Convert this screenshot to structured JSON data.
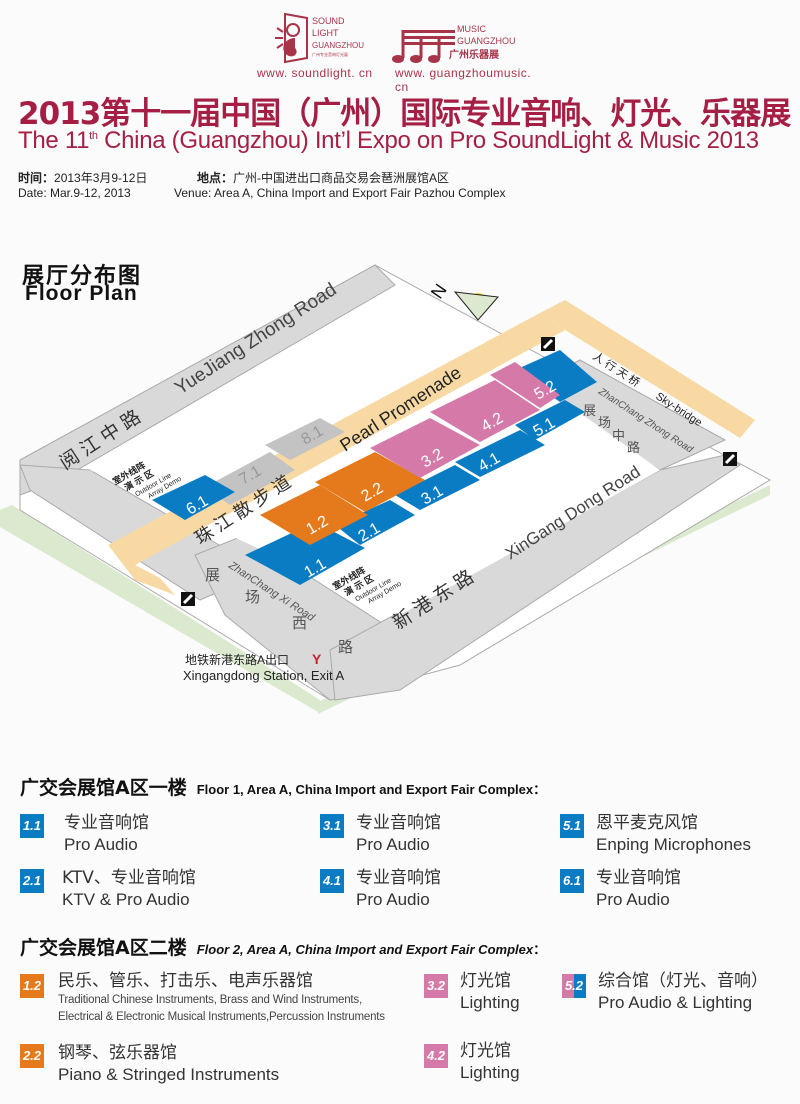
{
  "header": {
    "logos": [
      {
        "name": "Sound Light Guangzhou",
        "lines": [
          "SOUND",
          "LIGHT",
          "GUANGZHOU"
        ],
        "subtitle": "广州专业音响灯光展",
        "url": "www. soundlight. cn"
      },
      {
        "name": "Music Guangzhou",
        "lines": [
          "MUSIC",
          "GUANGZHOU"
        ],
        "subtitle": "广州乐器展",
        "url": "www. guangzhoumusic. cn"
      }
    ],
    "title_cn": "2013第十一届中国（广州）国际专业音响、灯光、乐器展",
    "title_en_prefix": "The 11",
    "title_en_sup": "th",
    "title_en_suffix": " China (Guangzhou) Int’l Expo on Pro SoundLight & Music 2013",
    "time_label_cn": "时间：",
    "time_value_cn": "2013年3月9-12日",
    "venue_label_cn": "地点：",
    "venue_value_cn": "广州-中国进出口商品交易会琶洲展馆A区",
    "date_en": "Date: Mar.9-12, 2013",
    "venue_en": "Venue: Area A, China Import and Export Fair Pazhou Complex"
  },
  "floor_plan": {
    "title_cn": "展厅分布图",
    "title_en": "Floor Plan",
    "compass": "N",
    "roads": {
      "yuejiang_cn": "阅 江 中 路",
      "yuejiang_en": "YueJiang Zhong Road",
      "pearl_cn": "珠 江 散 步 道",
      "pearl_en": "Pearl Promenade",
      "skybridge_cn": "人 行 天 桥",
      "skybridge_en": "Sky-bridge",
      "zhong_cn": [
        "展",
        "场",
        "中",
        "路"
      ],
      "zhong_en": "ZhanChang Zhong Road",
      "xi_cn": [
        "展",
        "场",
        "西",
        "路"
      ],
      "xi_en": "ZhanChang Xi Road",
      "xingang_cn": "新 港 东 路",
      "xingang_en": "XinGang Dong Road"
    },
    "outdoor_demo_1": {
      "cn1": "室外线阵",
      "cn2": "演 示 区",
      "en1": "Outdoor Line",
      "en2": "Array Demo"
    },
    "outdoor_demo_2": {
      "cn1": "室外线阵",
      "cn2": "演 示 区",
      "en1": "Outdoor Line",
      "en2": "Array Demo"
    },
    "halls": [
      "1.1",
      "2.1",
      "3.1",
      "4.1",
      "5.1",
      "6.1",
      "7.1",
      "8.1",
      "1.2",
      "2.2",
      "3.2",
      "4.2",
      "5.2"
    ],
    "metro_cn": "地铁新港东路A出口",
    "metro_en": "Xingangdong Station, Exit A",
    "colors": {
      "blue": "#0a7cc4",
      "orange": "#e47a1c",
      "pink": "#d57aa8",
      "gray_hall": "#c3c3c3",
      "road": "#d9d9d9",
      "promenade": "#f8d9a4",
      "green": "#dbe9cf"
    }
  },
  "floor1": {
    "heading_cn": "广交会展馆A区一楼",
    "heading_en": "Floor 1, Area A, China Import and Export Fair Complex：",
    "items": [
      {
        "code": "1.1",
        "cn": "专业音响馆",
        "en": "Pro Audio"
      },
      {
        "code": "2.1",
        "cn": "KTV、专业音响馆",
        "en": "KTV & Pro Audio"
      },
      {
        "code": "3.1",
        "cn": "专业音响馆",
        "en": "Pro Audio"
      },
      {
        "code": "4.1",
        "cn": "专业音响馆",
        "en": "Pro Audio"
      },
      {
        "code": "5.1",
        "cn": "恩平麦克风馆",
        "en": "Enping Microphones"
      },
      {
        "code": "6.1",
        "cn": "专业音响馆",
        "en": "Pro Audio"
      }
    ]
  },
  "floor2": {
    "heading_cn": "广交会展馆A区二楼",
    "heading_en": "Floor 2, Area A, China Import and Export Fair Complex",
    "heading_colon": "：",
    "items": [
      {
        "code": "1.2",
        "cn": "民乐、管乐、打击乐、电声乐器馆",
        "en1": "Traditional Chinese Instruments, Brass and Wind Instruments,",
        "en2": "Electrical & Electronic Musical Instruments,Percussion Instruments"
      },
      {
        "code": "2.2",
        "cn": "钢琴、弦乐器馆",
        "en": "Piano & Stringed Instruments"
      },
      {
        "code": "3.2",
        "cn": "灯光馆",
        "en": "Lighting"
      },
      {
        "code": "4.2",
        "cn": "灯光馆",
        "en": "Lighting"
      },
      {
        "code": "5.2",
        "cn": "综合馆（灯光、音响）",
        "en": "Pro Audio & Lighting"
      }
    ]
  }
}
